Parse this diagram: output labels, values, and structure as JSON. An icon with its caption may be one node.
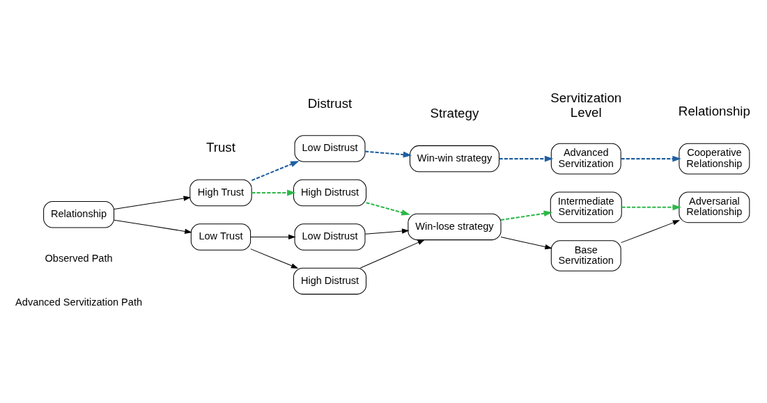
{
  "diagram": {
    "nodes": [
      {
        "text": [
          "Relationship"
        ]
      },
      {
        "text": [
          "High Trust"
        ]
      },
      {
        "text": [
          "Low Trust"
        ]
      },
      {
        "text": [
          "Low Distrust"
        ]
      },
      {
        "text": [
          "High Distrust"
        ]
      },
      {
        "text": [
          "Low Distrust"
        ]
      },
      {
        "text": [
          "High Distrust"
        ]
      },
      {
        "text": [
          "Win-win strategy"
        ]
      },
      {
        "text": [
          "Win-lose strategy"
        ]
      },
      {
        "text": [
          "Advanced Servitization"
        ]
      },
      {
        "text": [
          "Intermediate Servitization"
        ]
      },
      {
        "text": [
          "Base Servitization"
        ]
      },
      {
        "text": [
          "Cooperative Relationship"
        ]
      },
      {
        "text": [
          "Adversarial Relationship"
        ]
      }
    ],
    "edges": [
      {
        "from": 0,
        "to": 1,
        "arrow": "to"
      },
      {
        "from": 0,
        "to": 2,
        "arrow": "to"
      },
      {
        "from": 1,
        "to": 3,
        "arrow": "to",
        "style": "dashed",
        "color": "#1f5fa0"
      },
      {
        "from": 1,
        "to": 4,
        "arrow": "to",
        "style": "dashed",
        "color": "#2db84a"
      },
      {
        "from": 2,
        "to": 5,
        "arrow": "to"
      },
      {
        "from": 2,
        "to": 6,
        "arrow": "to"
      },
      {
        "from": 3,
        "to": 7,
        "arrow": "to",
        "style": "dashed",
        "color": "#1f5fa0"
      },
      {
        "from": 4,
        "to": 8,
        "arrow": "to",
        "style": "dashed",
        "color": "#2db84a"
      },
      {
        "from": 5,
        "to": 8,
        "arrow": "to"
      },
      {
        "from": 6,
        "to": 8,
        "arrow": "to"
      },
      {
        "from": 7,
        "to": 9,
        "arrow": "to",
        "style": "dashed",
        "color": "#1f5fa0"
      },
      {
        "from": 8,
        "to": 10,
        "arrow": "to",
        "style": "dashed",
        "color": "#2db84a"
      },
      {
        "from": 8,
        "to": 11,
        "arrow": "to"
      },
      {
        "from": 9,
        "to": 12,
        "arrow": "to",
        "style": "dashed",
        "color": "#1f5fa0"
      },
      {
        "from": 10,
        "to": 13,
        "arrow": "to",
        "style": "dashed",
        "color": "#2db84a"
      },
      {
        "from": 11,
        "to": 13,
        "arrow": "to"
      }
    ],
    "labels": [
      "Trust",
      "Distrust",
      "Strategy",
      "Servitization Level",
      "Relationship"
    ],
    "legend": [
      {
        "text": "Observed Path"
      },
      {
        "text": "Advanced Servitization Path"
      }
    ]
  }
}
